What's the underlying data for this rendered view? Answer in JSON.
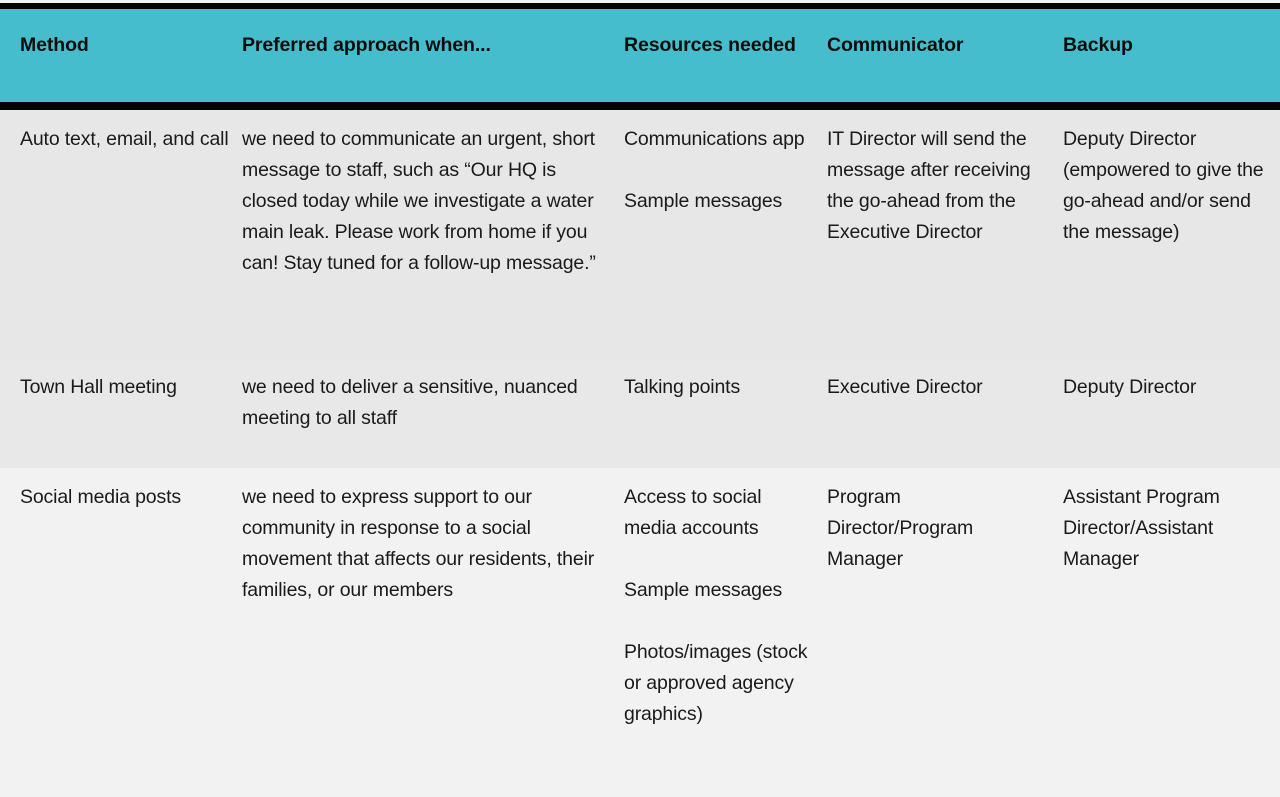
{
  "table": {
    "accent_color": "#45bdcd",
    "border_color": "#000000",
    "row_colors": [
      "#e7e7e7",
      "#e8e8e8",
      "#f2f2f2"
    ],
    "headers": [
      "Method",
      "Preferred approach when...",
      "Resources needed",
      "Communicator",
      "Backup"
    ],
    "rows": [
      {
        "method": "Auto text, email, and call",
        "preferred_approach": "we need to communicate an urgent, short message to staff, such as “Our HQ is closed today while we investigate a water main leak. Please work from home if you can! Stay tuned for a follow-up message.”",
        "resources_needed": [
          "Communications app",
          "Sample messages"
        ],
        "communicator": "IT Director will send the message after receiving the go-ahead from the Executive Director",
        "backup": "Deputy Director (empowered to give the go-ahead and/or send the message)"
      },
      {
        "method": "Town Hall meeting",
        "preferred_approach": "we need to deliver a sensitive, nuanced meeting to all staff",
        "resources_needed": [
          "Talking points"
        ],
        "communicator": "Executive Director",
        "backup": "Deputy Director"
      },
      {
        "method": "Social media posts",
        "preferred_approach": "we need to express support to our community in response to a social movement that affects our residents, their families, or our members",
        "resources_needed": [
          "Access to social media accounts",
          "Sample messages",
          "Photos/images (stock or approved agency graphics)"
        ],
        "communicator": "Program Director/Program Manager",
        "backup": "Assistant Program Director/Assistant Manager"
      }
    ]
  }
}
